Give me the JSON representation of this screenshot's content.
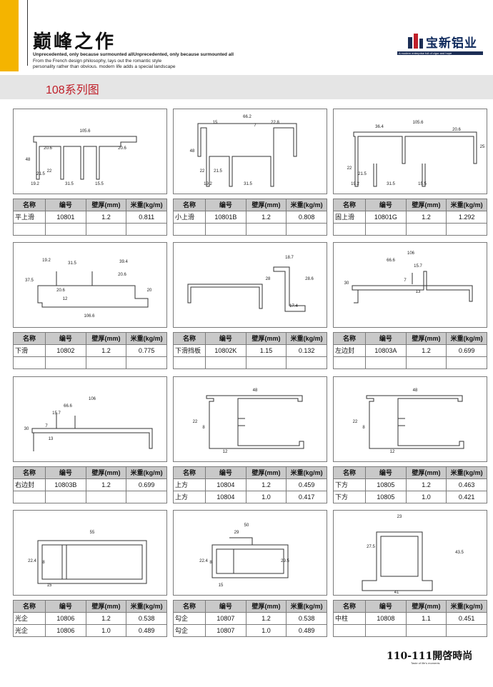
{
  "header": {
    "title": "巅峰之作",
    "slogan_line1": "Unprecedented, only because surmounted allUnprecedented, only because surmounted all",
    "slogan_line2": "From the French design philosophy, lays out the romantic style",
    "slogan_line3": "personality rather than obvious. modern life adds a special landscape",
    "logo_text": "宝新铝业",
    "logo_tagline": "A modern enterprise full of vigor and hope"
  },
  "section_title": "108系列图",
  "columns": {
    "name": "名称",
    "code": "编号",
    "thickness": "壁厚(mm)",
    "weight": "米重(kg/m)"
  },
  "profiles": [
    {
      "dims": [
        "105.6",
        "20.6",
        "20.6",
        "48",
        "22",
        "19.2",
        "31.5",
        "15.5",
        "21.5"
      ],
      "rows": [
        {
          "name": "平上滑",
          "code": "10801",
          "thickness": "1.2",
          "weight": "0.811"
        }
      ]
    },
    {
      "dims": [
        "66.2",
        "15",
        "7",
        "22.8",
        "48",
        "22",
        "21.5",
        "19.2",
        "31.5"
      ],
      "rows": [
        {
          "name": "小上滑",
          "code": "10801B",
          "thickness": "1.2",
          "weight": "0.808"
        }
      ]
    },
    {
      "dims": [
        "105.6",
        "36.4",
        "20.6",
        "25",
        "22",
        "21.5",
        "19.2",
        "31.5",
        "15.5"
      ],
      "rows": [
        {
          "name": "固上滑",
          "code": "10801G",
          "thickness": "1.2",
          "weight": "1.292"
        }
      ]
    },
    {
      "dims": [
        "19.2",
        "31.5",
        "39.4",
        "37.5",
        "20.6",
        "20.6",
        "12",
        "106.6",
        "20"
      ],
      "rows": [
        {
          "name": "下滑",
          "code": "10802",
          "thickness": "1.2",
          "weight": "0.775"
        }
      ]
    },
    {
      "dims": [
        "18.7",
        "28",
        "28.6",
        "17.4"
      ],
      "rows": [
        {
          "name": "下滑挡板",
          "code": "10802K",
          "thickness": "1.15",
          "weight": "0.132"
        }
      ]
    },
    {
      "dims": [
        "106",
        "66.6",
        "15.7",
        "7",
        "30",
        "13"
      ],
      "rows": [
        {
          "name": "左边封",
          "code": "10803A",
          "thickness": "1.2",
          "weight": "0.699"
        }
      ]
    },
    {
      "dims": [
        "106",
        "66.6",
        "15.7",
        "30",
        "7",
        "13"
      ],
      "rows": [
        {
          "name": "右边封",
          "code": "10803B",
          "thickness": "1.2",
          "weight": "0.699"
        }
      ]
    },
    {
      "dims": [
        "48",
        "22",
        "8",
        "12"
      ],
      "rows": [
        {
          "name": "上方",
          "code": "10804",
          "thickness": "1.2",
          "weight": "0.459"
        },
        {
          "name": "上方",
          "code": "10804",
          "thickness": "1.0",
          "weight": "0.417"
        }
      ]
    },
    {
      "dims": [
        "48",
        "22",
        "8",
        "12"
      ],
      "rows": [
        {
          "name": "下方",
          "code": "10805",
          "thickness": "1.2",
          "weight": "0.463"
        },
        {
          "name": "下方",
          "code": "10805",
          "thickness": "1.0",
          "weight": "0.421"
        }
      ]
    },
    {
      "dims": [
        "55",
        "22.4",
        "8",
        "15"
      ],
      "rows": [
        {
          "name": "光企",
          "code": "10806",
          "thickness": "1.2",
          "weight": "0.538"
        },
        {
          "name": "光企",
          "code": "10806",
          "thickness": "1.0",
          "weight": "0.489"
        }
      ]
    },
    {
      "dims": [
        "50",
        "29",
        "22.4",
        "8",
        "29.5",
        "15"
      ],
      "rows": [
        {
          "name": "勾企",
          "code": "10807",
          "thickness": "1.2",
          "weight": "0.538"
        },
        {
          "name": "勾企",
          "code": "10807",
          "thickness": "1.0",
          "weight": "0.489"
        }
      ]
    },
    {
      "dims": [
        "23",
        "27.5",
        "43.5",
        "41"
      ],
      "rows": [
        {
          "name": "中柱",
          "code": "10808",
          "thickness": "1.1",
          "weight": "0.451"
        }
      ]
    }
  ],
  "footer": {
    "page": "110-111",
    "brand": "開啓時尚",
    "tagline": "Taste of life's moments"
  }
}
